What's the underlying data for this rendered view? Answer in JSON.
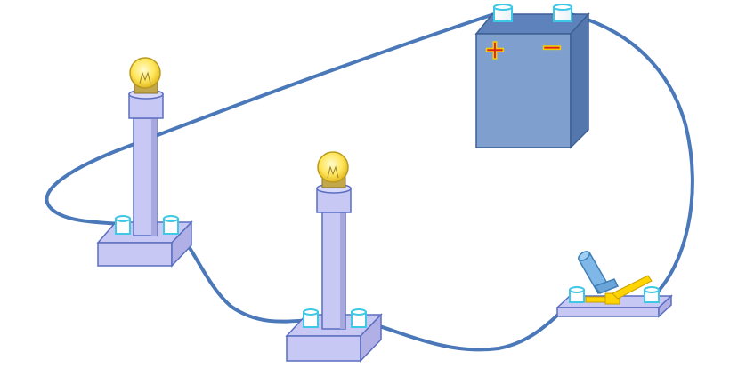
{
  "diagram": {
    "battery": {
      "positive_symbol": "+",
      "negative_symbol": "−"
    },
    "components": [
      "bulb-holder-1",
      "bulb-holder-2",
      "battery",
      "switch"
    ],
    "colors": {
      "wire": "#4a78b8",
      "body_lavender": "#c8c8f4",
      "body_outline": "#5a6ec0",
      "battery_front": "#7fa0cf",
      "battery_top": "#5e82bb",
      "battery_side": "#5478ae",
      "terminal": "#3ec8e6",
      "bulb_glass": "#ffe65a",
      "bulb_base": "#c2a84a",
      "switch_lever": "#ffd400",
      "plus_symbol": "#e02020",
      "minus_symbol": "#e02020"
    }
  }
}
